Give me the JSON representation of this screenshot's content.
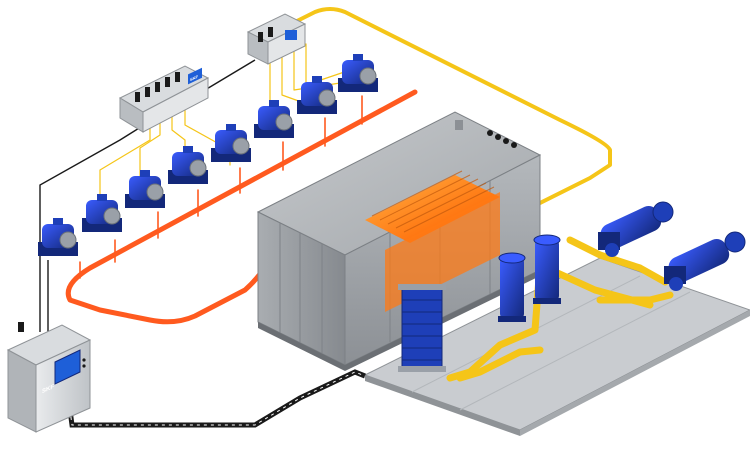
{
  "brand": {
    "logo_text": "SKF"
  },
  "colors": {
    "background": "#ffffff",
    "bearing_blue": "#1e3fb8",
    "bearing_blue_dark": "#13287a",
    "supply_line_yellow": "#f5c518",
    "return_line_orange": "#ff5a1f",
    "signal_cable_black": "#1a1a1a",
    "tank_gray": "#9a9ea3",
    "tank_window_orange": "#ff8a1e",
    "skid_gray": "#c9ccd0",
    "pump_blue": "#1e3fb8"
  },
  "icons": {
    "control_cabinet": "cabinet-icon",
    "terminal_box": "junction-box-icon",
    "bearing_housing": "bearing-housing-icon",
    "pump_motor": "motor-pump-icon",
    "filter": "filter-icon",
    "heat_exchanger": "plate-heat-exchanger-icon"
  },
  "components": {
    "bearing_housing_count": 8,
    "pump_count": 2,
    "filter_count": 2
  }
}
